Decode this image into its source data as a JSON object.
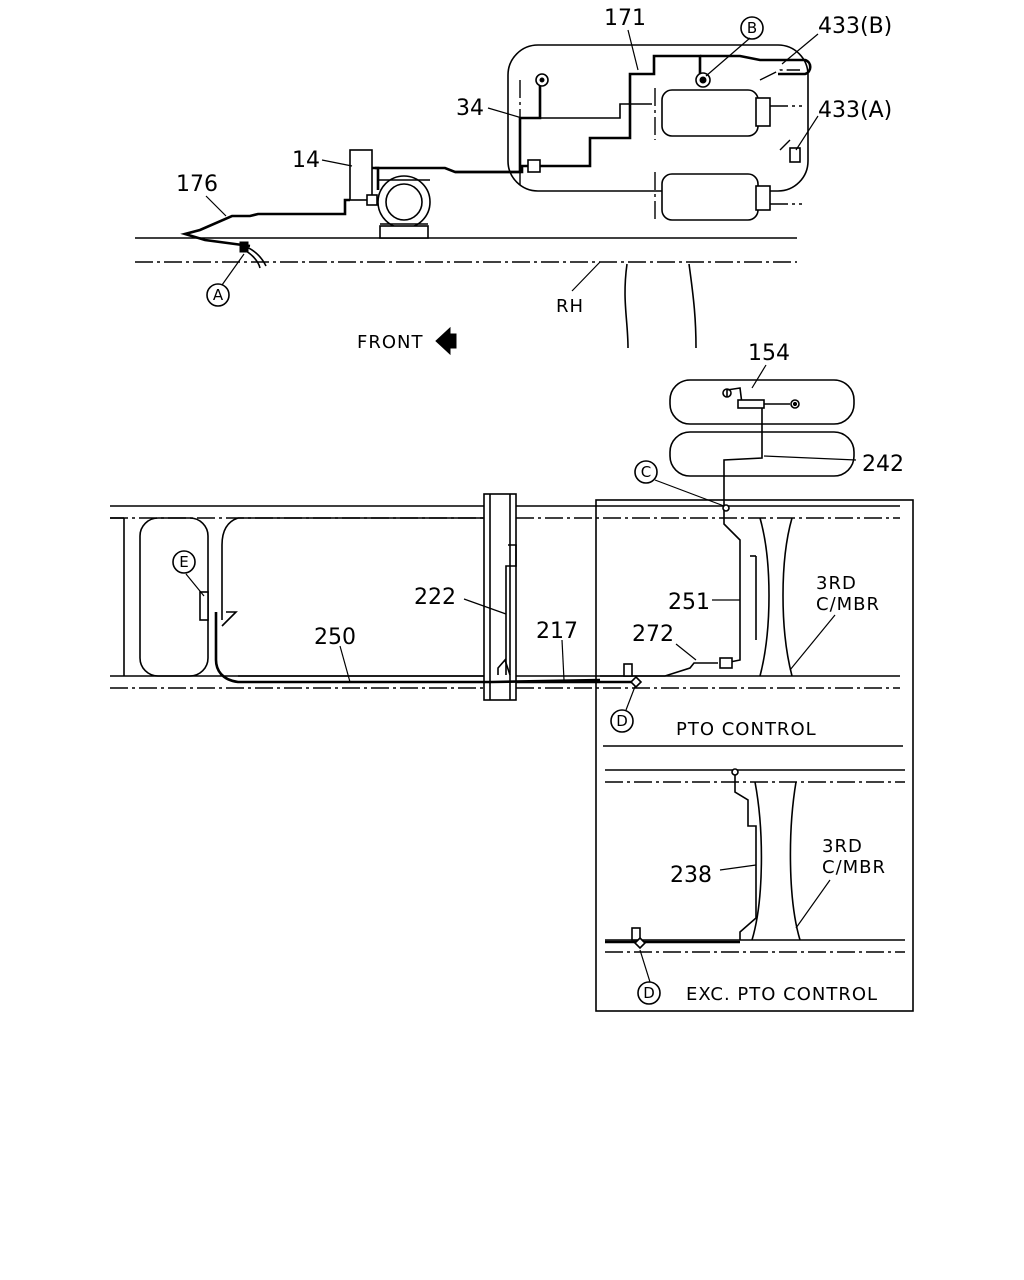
{
  "callouts": {
    "c171": "171",
    "c433b": "433(B)",
    "c34": "34",
    "c433a": "433(A)",
    "c14": "14",
    "c176": "176",
    "c154": "154",
    "c242": "242",
    "c222": "222",
    "c217": "217",
    "c250": "250",
    "c251": "251",
    "c272": "272",
    "c238": "238"
  },
  "circled": {
    "a": "A",
    "b": "B",
    "c": "C",
    "d1": "D",
    "d2": "D",
    "e": "E"
  },
  "texts": {
    "rh": "RH",
    "front": "FRONT",
    "third_cmbr_1_line1": "3RD",
    "third_cmbr_1_line2": "C/MBR",
    "third_cmbr_2_line1": "3RD",
    "third_cmbr_2_line2": "C/MBR",
    "pto_control": "PTO CONTROL",
    "exc_pto_control": "EXC. PTO CONTROL"
  }
}
